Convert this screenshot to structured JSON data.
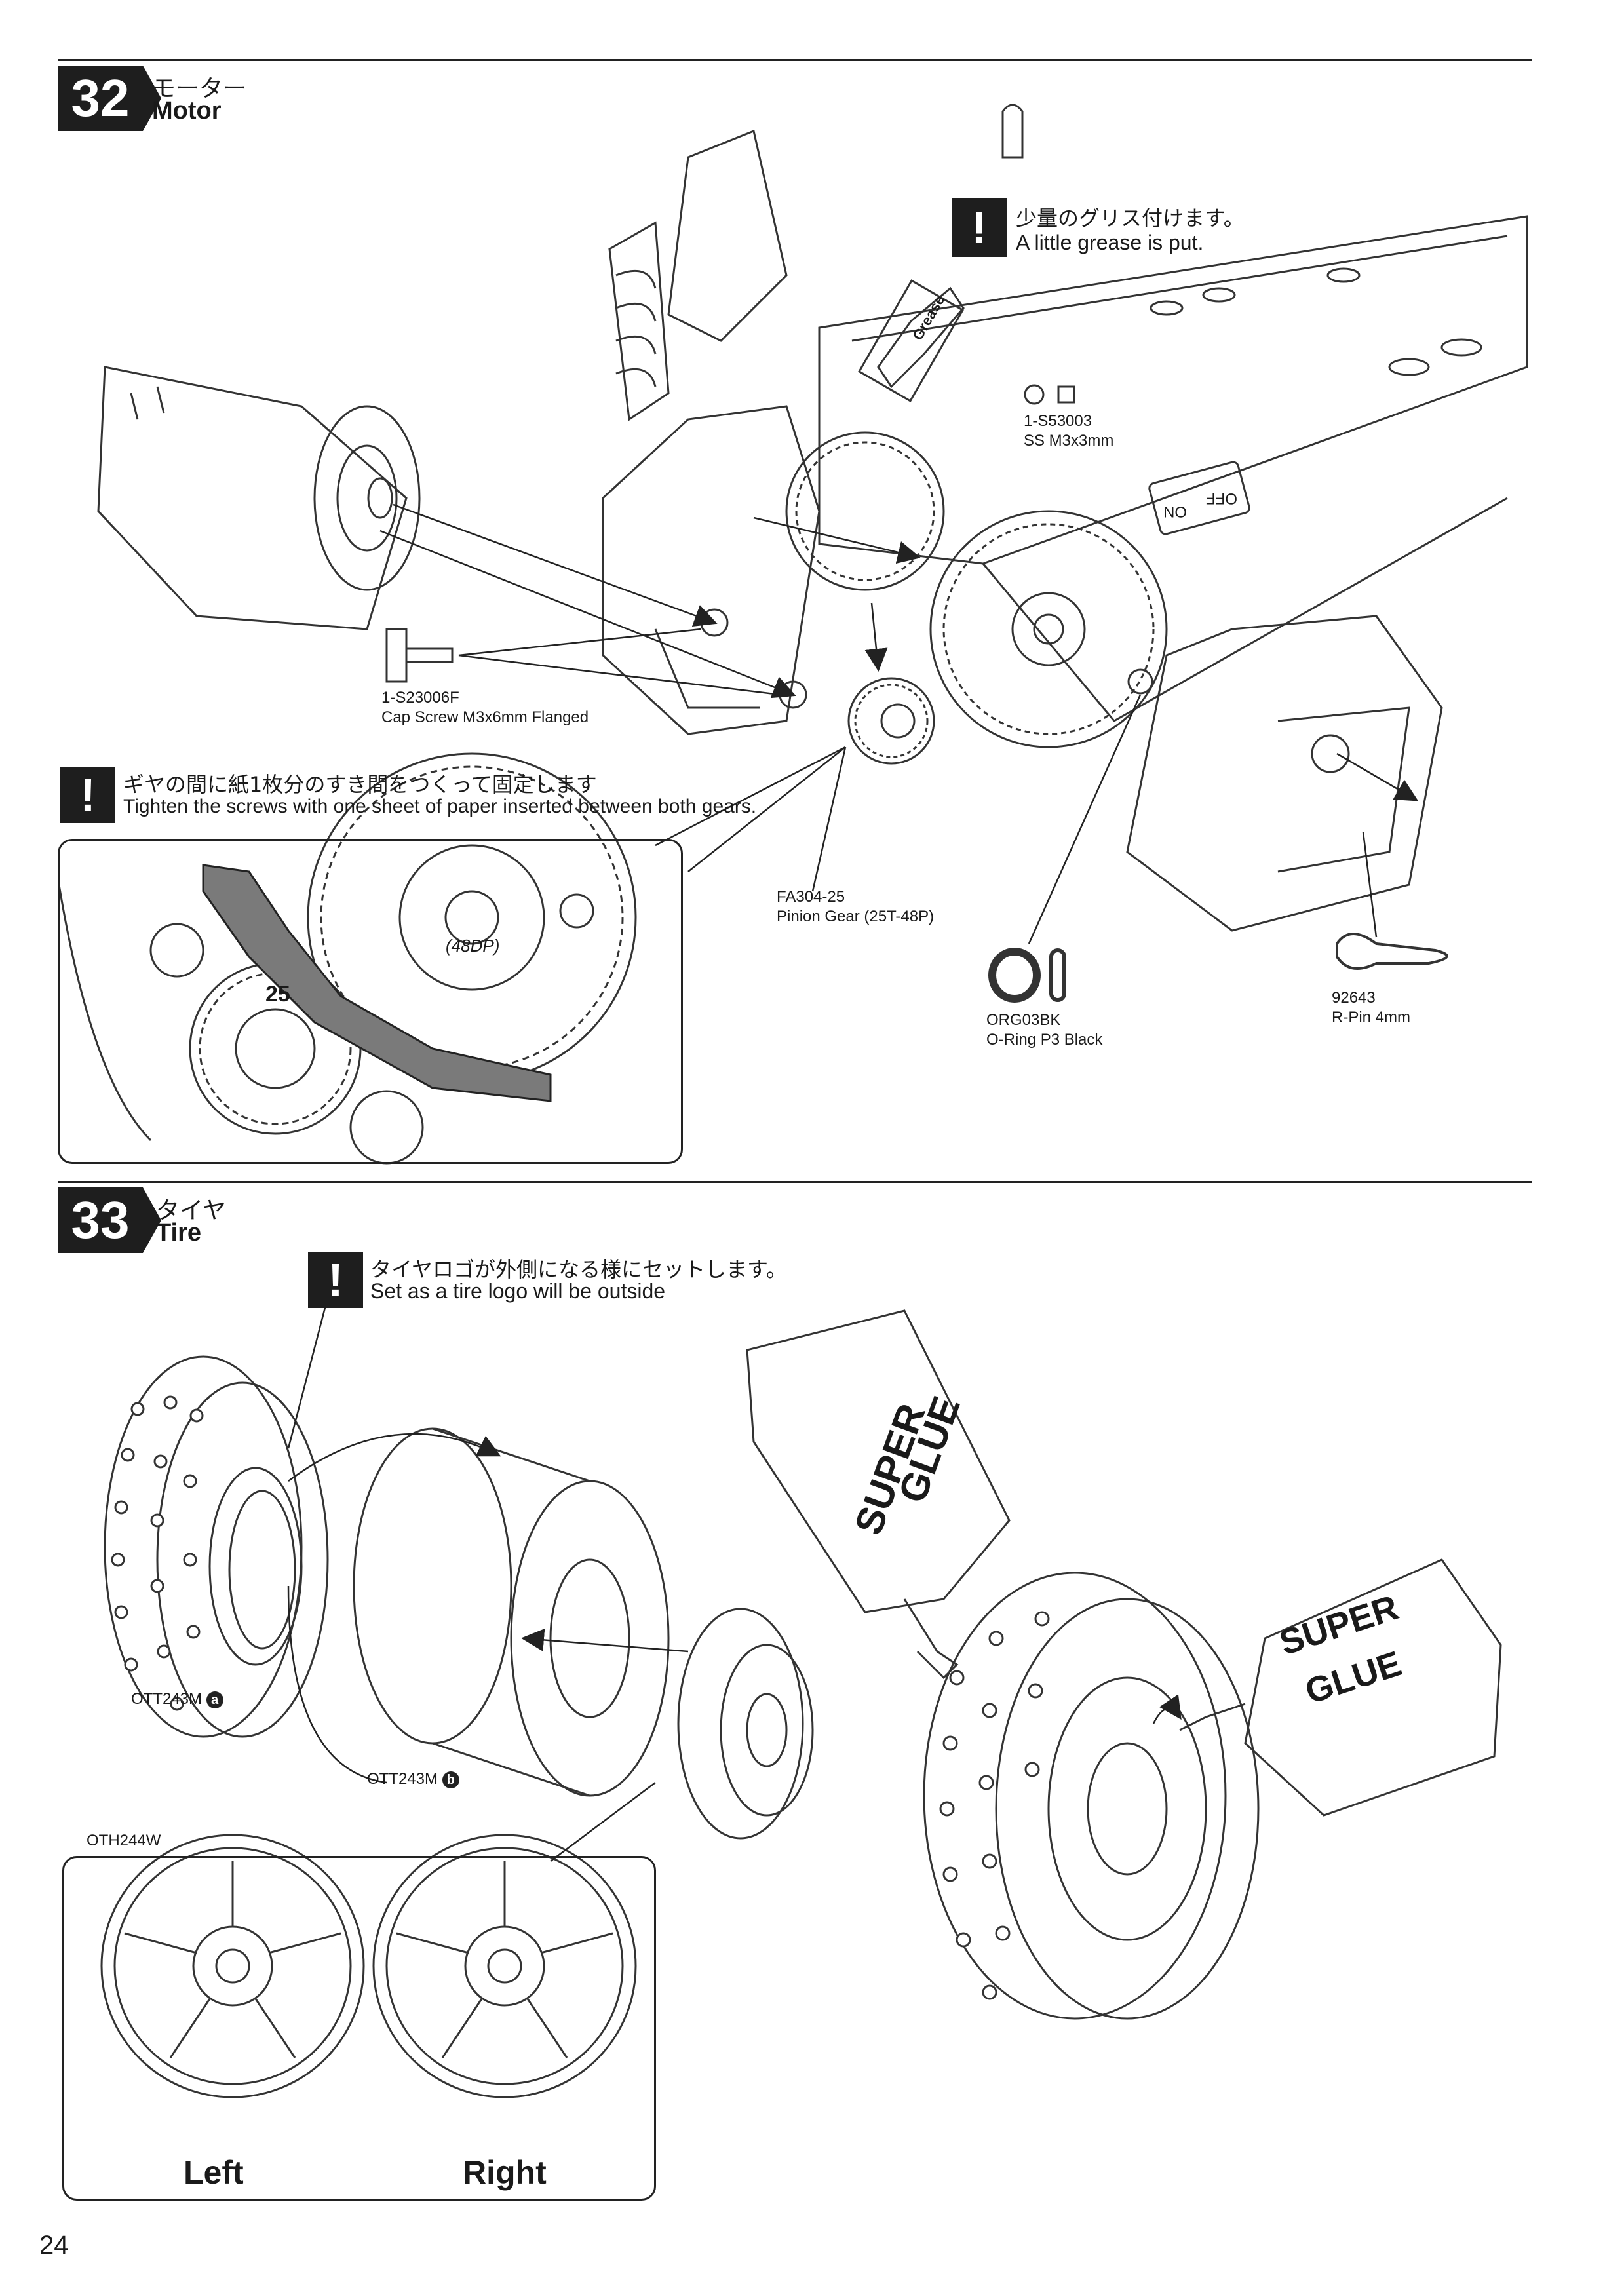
{
  "steps": [
    {
      "number": "32",
      "title_jp": "モーター",
      "title_en": "Motor",
      "notes": [
        {
          "icon": "!",
          "jp": "少量のグリス付けます。",
          "en": "A little grease is put."
        },
        {
          "icon": "!",
          "jp": "ギヤの間に紙1枚分のすき間をつくって固定します",
          "en": "Tighten the screws with one sheet of paper inserted between both gears."
        }
      ],
      "grease_label": "Grease",
      "parts": {
        "set_screw_code": "1-S53003",
        "set_screw_name": "SS M3x3mm",
        "cap_screw_code": "1-S23006F",
        "cap_screw_name": "Cap Screw M3x6mm Flanged",
        "pinion_code": "FA304-25",
        "pinion_name": "Pinion Gear (25T-48P)",
        "oring_code": "ORG03BK",
        "oring_name": "O-Ring P3 Black",
        "rpin_code": "92643",
        "rpin_name": "R-Pin 4mm"
      },
      "inset_gear_small": "25",
      "inset_gear_large": "(48DP)",
      "switch_on": "ON",
      "switch_off": "OFF"
    },
    {
      "number": "33",
      "title_jp": "タイヤ",
      "title_en": "Tire",
      "notes": [
        {
          "icon": "!",
          "jp": "タイヤロゴが外側になる様にセットします。",
          "en": "Set as a tire logo will be outside"
        }
      ],
      "glue_label_1": "SUPER",
      "glue_label_2": "GLUE",
      "parts": {
        "tire_code": "OTT243M",
        "tire_suffix": "a",
        "insert_code": "OTT243M",
        "insert_suffix": "b",
        "wheel_code": "OTH244W"
      },
      "wheel_left": "Left",
      "wheel_right": "Right"
    }
  ],
  "page_number": "24"
}
